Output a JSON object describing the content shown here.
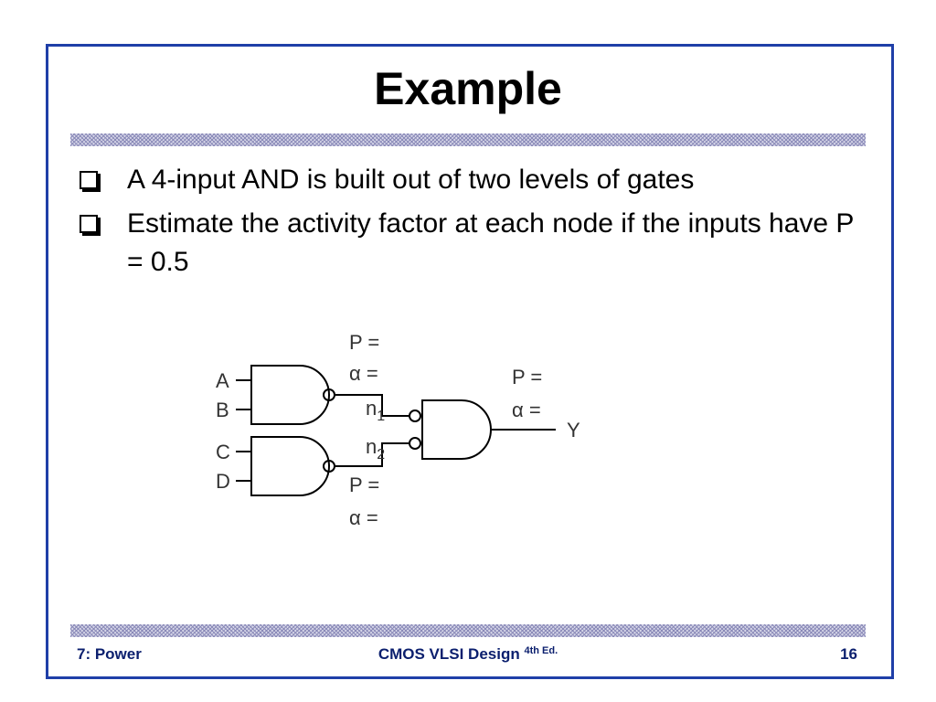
{
  "slide": {
    "title": "Example",
    "bullets": [
      "A 4-input AND is built out of two levels of gates",
      "Estimate the activity factor at each node if the inputs have P = 0.5"
    ]
  },
  "circuit": {
    "inputs": [
      "A",
      "B",
      "C",
      "D"
    ],
    "nodes": {
      "n1": {
        "base": "n",
        "sub": "1"
      },
      "n2": {
        "base": "n",
        "sub": "2"
      }
    },
    "output": "Y",
    "labels": {
      "p_eq": "P =",
      "alpha_eq": "α ="
    }
  },
  "footer": {
    "left": "7: Power",
    "center_main": "CMOS VLSI Design",
    "center_sup": "4th Ed.",
    "right": "16"
  },
  "colors": {
    "border": "#1f3fa8",
    "footer_text": "#0b1f6e",
    "hatch": "#8a8ab8"
  }
}
